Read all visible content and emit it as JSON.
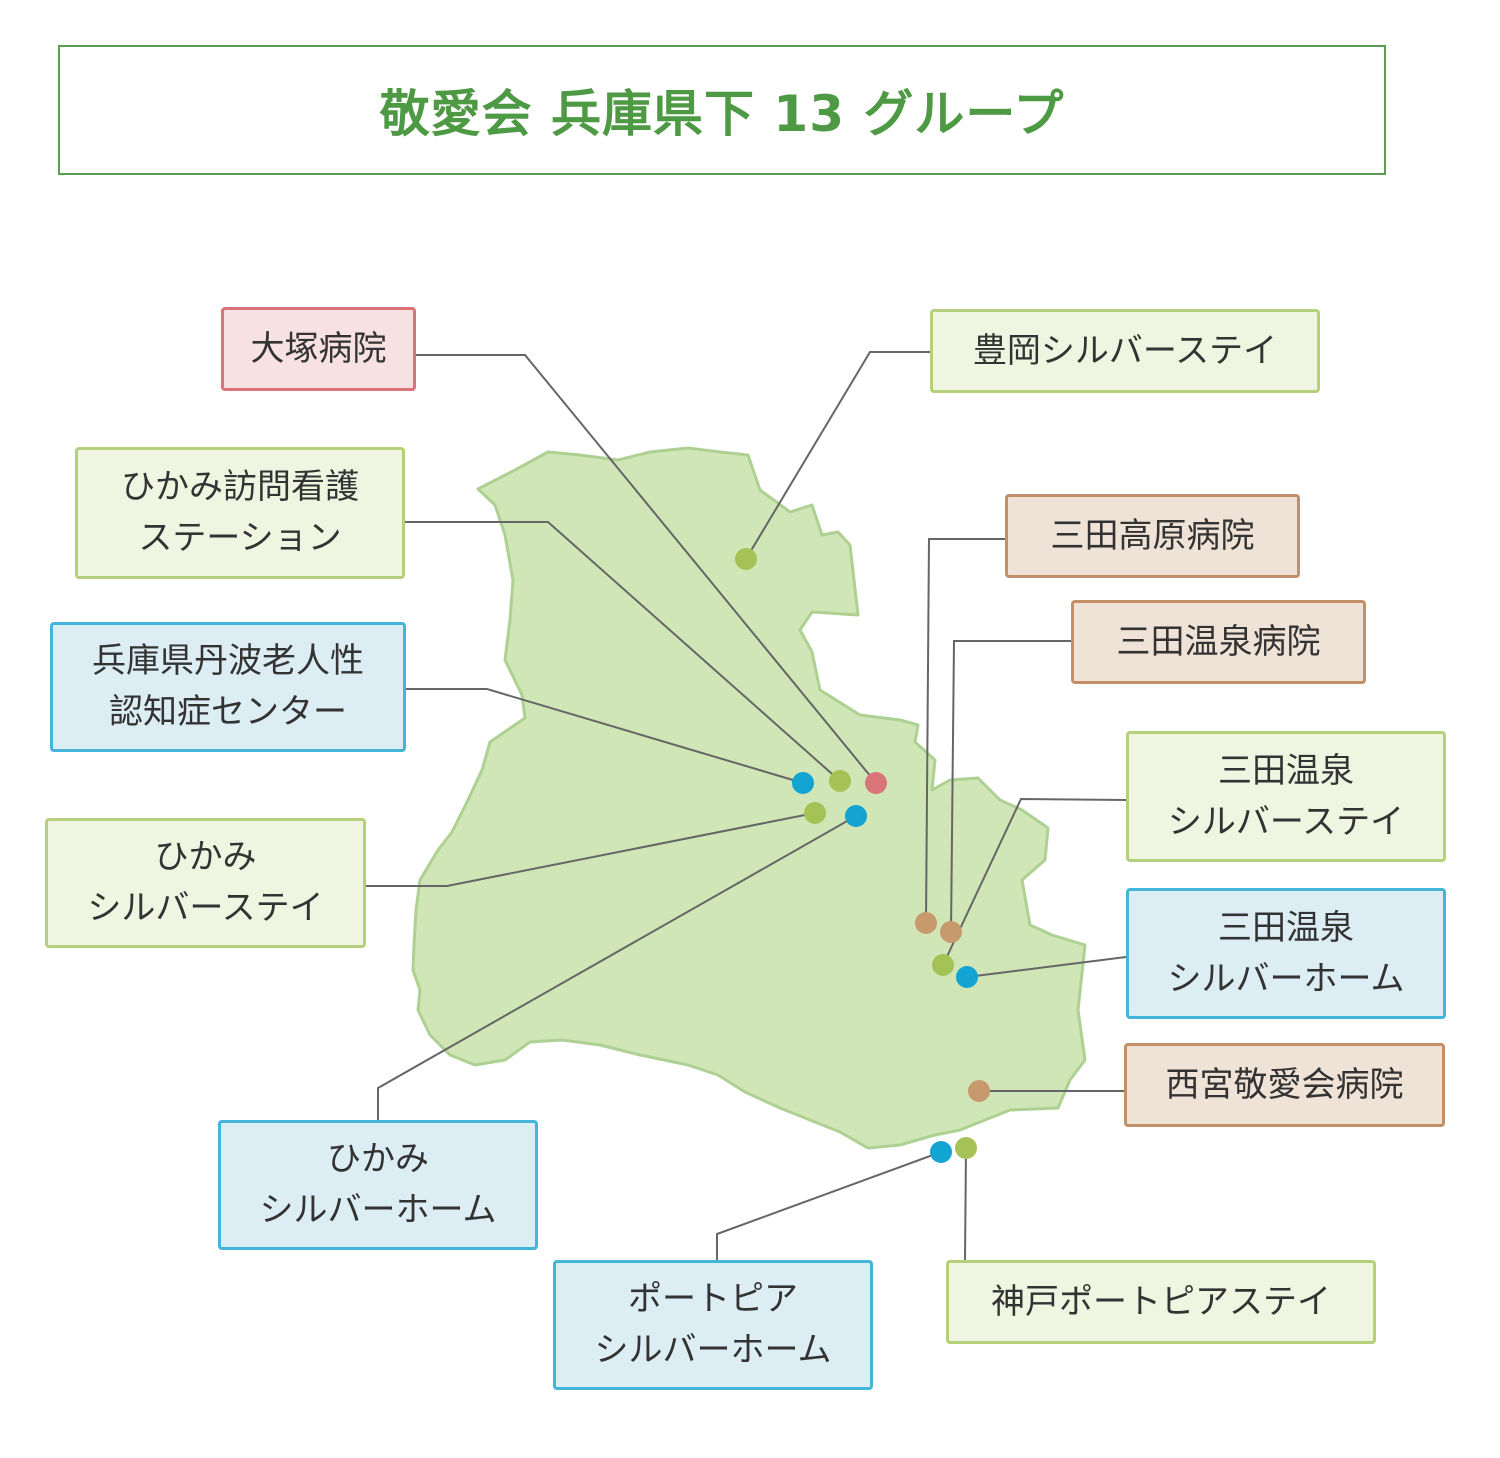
{
  "title": "敬愛会 兵庫県下 13 グループ",
  "colors": {
    "title_green": "#4e9a44",
    "region_fill": "#d0e6b6",
    "region_stroke": "#aed193",
    "leader_line": "#666666",
    "dot_red": "#d97478",
    "dot_green": "#a5c257",
    "dot_blue": "#13a4d4",
    "dot_brown": "#c9996e"
  },
  "facilities": {
    "otsuka": {
      "lines": [
        "大塚病院"
      ],
      "category": "hospital",
      "dot_color": "red"
    },
    "toyooka": {
      "lines": [
        "豊岡シルバーステイ"
      ],
      "category": "stay",
      "dot_color": "green"
    },
    "hikami_nursing": {
      "lines": [
        "ひかみ訪問看護",
        "ステーション"
      ],
      "category": "stay",
      "dot_color": "green"
    },
    "sanda_kogen": {
      "lines": [
        "三田高原病院"
      ],
      "category": "clinic",
      "dot_color": "brown"
    },
    "tamba_center": {
      "lines": [
        "兵庫県丹波老人性",
        "認知症センター"
      ],
      "category": "home",
      "dot_color": "blue"
    },
    "sanda_onsen_hp": {
      "lines": [
        "三田温泉病院"
      ],
      "category": "clinic",
      "dot_color": "brown"
    },
    "sanda_onsen_stay": {
      "lines": [
        "三田温泉",
        "シルバーステイ"
      ],
      "category": "stay",
      "dot_color": "green"
    },
    "hikami_stay": {
      "lines": [
        "ひかみ",
        "シルバーステイ"
      ],
      "category": "stay",
      "dot_color": "green"
    },
    "sanda_onsen_home": {
      "lines": [
        "三田温泉",
        "シルバーホーム"
      ],
      "category": "home",
      "dot_color": "blue"
    },
    "nishinomiya": {
      "lines": [
        "西宮敬愛会病院"
      ],
      "category": "clinic",
      "dot_color": "brown"
    },
    "hikami_home": {
      "lines": [
        "ひかみ",
        "シルバーホーム"
      ],
      "category": "home",
      "dot_color": "blue"
    },
    "portopia_home": {
      "lines": [
        "ポートピア",
        "シルバーホーム"
      ],
      "category": "home",
      "dot_color": "blue"
    },
    "kobe_portopia": {
      "lines": [
        "神戸ポートピアステイ"
      ],
      "category": "stay",
      "dot_color": "green"
    }
  }
}
